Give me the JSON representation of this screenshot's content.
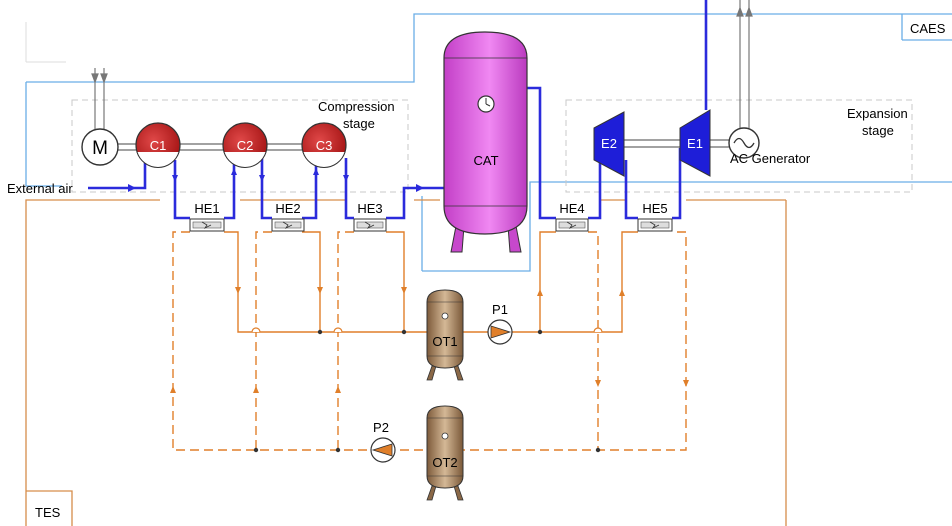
{
  "labels": {
    "caes": "CAES",
    "tes": "TES",
    "compression_line1": "Compression",
    "compression_line2": "stage",
    "expansion_line1": "Expansion",
    "expansion_line2": "stage",
    "external_air": "External air",
    "ac_generator": "AC Generator",
    "motor": "M",
    "cat": "CAT"
  },
  "compressors": [
    "C1",
    "C2",
    "C3"
  ],
  "turbines": [
    "E2",
    "E1"
  ],
  "heat_exchangers": [
    "HE1",
    "HE2",
    "HE3",
    "HE4",
    "HE5"
  ],
  "oil_tanks": [
    "OT1",
    "OT2"
  ],
  "pumps": [
    "P1",
    "P2"
  ],
  "colors": {
    "air_line": "#2b2bdc",
    "caes_boundary": "#6aaee6",
    "tes_line": "#e07f2a",
    "compressor": "#c21e1e",
    "turbine": "#1e1ed8",
    "cat_tank": "#d65ed8",
    "oil_tank": "#9b7a55",
    "stage_box": "#cccccc"
  }
}
